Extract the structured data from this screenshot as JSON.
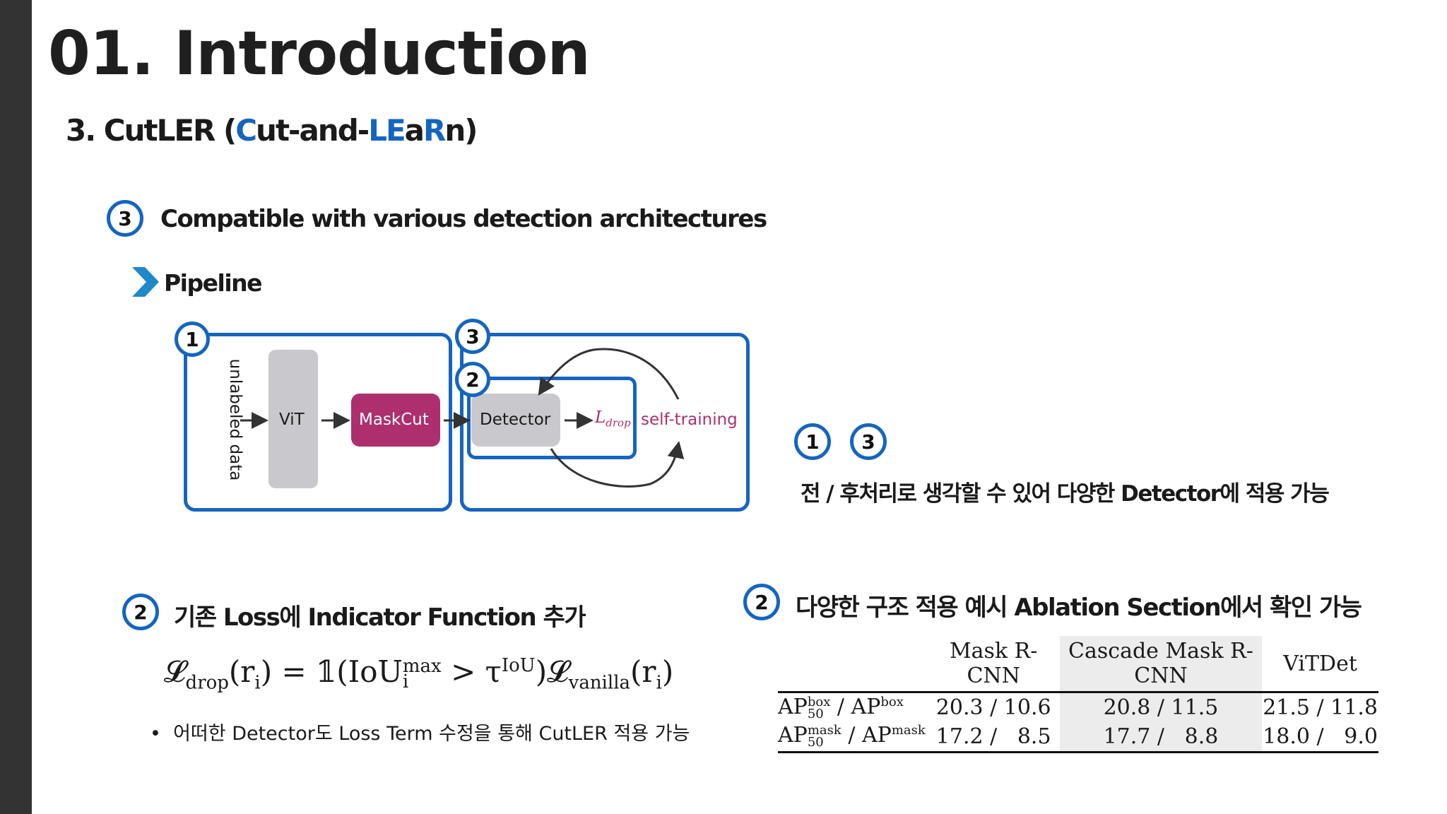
{
  "slide": {
    "title": "01. Introduction",
    "subtitle_parts": [
      "3. CutLER (",
      "C",
      "ut-and-",
      "LE",
      "a",
      "R",
      "n)"
    ],
    "accent": "#1565c0",
    "section3": {
      "num": "3",
      "text": "Compatible with various detection architectures"
    },
    "pipeline_label": "Pipeline",
    "diagram": {
      "badges": [
        "1",
        "3",
        "2"
      ],
      "input": "unlabeled data",
      "vit": "ViT",
      "maskcut": "MaskCut",
      "detector": "Detector",
      "loss_main": "L",
      "loss_sub": "drop",
      "self_training": "self-training"
    },
    "note13": {
      "badges": [
        "1",
        "3"
      ],
      "text": "전 / 후처리로 생각할 수 있어 다양한 Detector에 적용 가능"
    },
    "section2_left": {
      "num": "2",
      "text": "기존 Loss에 Indicator Function 추가"
    },
    "formula": {
      "lhs": "𝓛",
      "lhs_sub": "drop",
      "arg": "(r",
      "arg_sub": "i",
      "eq": ") = 𝟙(IoU",
      "iou_sup": "max",
      "iou_sub": "i",
      "gt": " > τ",
      "tau_sup": "IoU",
      "rhs": ")𝓛",
      "rhs_sub": "vanilla",
      "rhs_arg": "(r",
      "rhs_arg_sub": "i",
      "close": ")"
    },
    "bullet": "어떠한 Detector도 Loss Term 수정을 통해 CutLER 적용 가능",
    "section2_right": {
      "num": "2",
      "text": "다양한 구조 적용 예시 Ablation Section에서 확인 가능"
    },
    "table": {
      "headers": [
        "",
        "Mask R-CNN",
        "Cascade Mask R-CNN",
        "ViTDet"
      ],
      "rows": [
        {
          "m1": "AP",
          "m1_sup": "box",
          "m1_sub": "50",
          "m2": " / AP",
          "m2_sup": "box",
          "cells": [
            "20.3 / 10.6",
            "20.8 / 11.5",
            "21.5 / 11.8"
          ]
        },
        {
          "m1": "AP",
          "m1_sup": "mask",
          "m1_sub": "50",
          "m2": " / AP",
          "m2_sup": "mask",
          "cells": [
            "17.2 /   8.5",
            "17.7 /   8.8",
            "18.0 /   9.0"
          ]
        }
      ]
    }
  }
}
